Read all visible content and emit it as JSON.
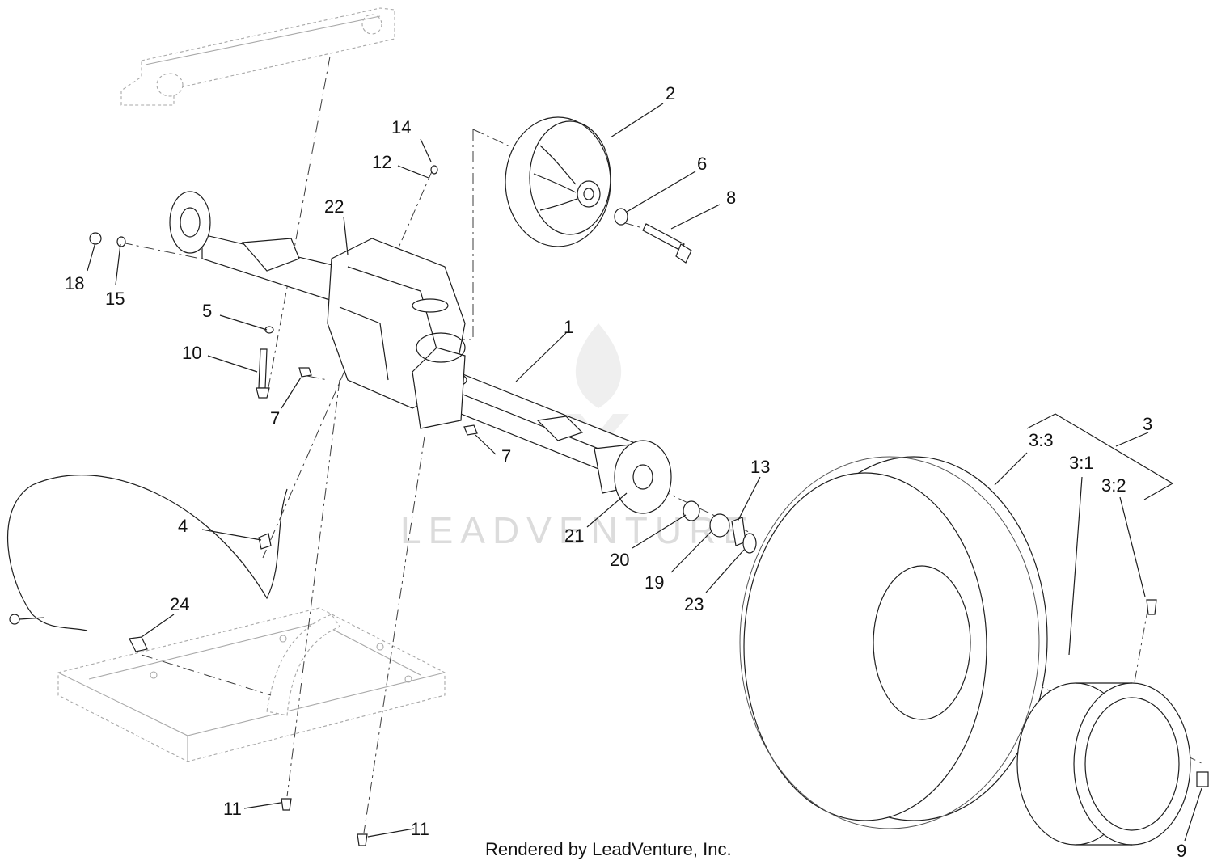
{
  "diagram": {
    "footer_text": "Rendered by LeadVenture, Inc.",
    "watermark_text": "LEADVENTURE",
    "callouts": {
      "c1": "1",
      "c2": "2",
      "c3": "3",
      "c3_1": "3:1",
      "c3_2": "3:2",
      "c3_3": "3:3",
      "c4": "4",
      "c5": "5",
      "c6": "6",
      "c7a": "7",
      "c7b": "7",
      "c8": "8",
      "c9": "9",
      "c10": "10",
      "c11a": "11",
      "c11b": "11",
      "c12": "12",
      "c13": "13",
      "c14": "14",
      "c15": "15",
      "c18": "18",
      "c19": "19",
      "c20": "20",
      "c21": "21",
      "c22": "22",
      "c23": "23",
      "c24": "24"
    },
    "colors": {
      "ink": "#1e1e1e",
      "ghost_part": "#a8a8a8",
      "watermark": "#dcdcdc"
    }
  }
}
